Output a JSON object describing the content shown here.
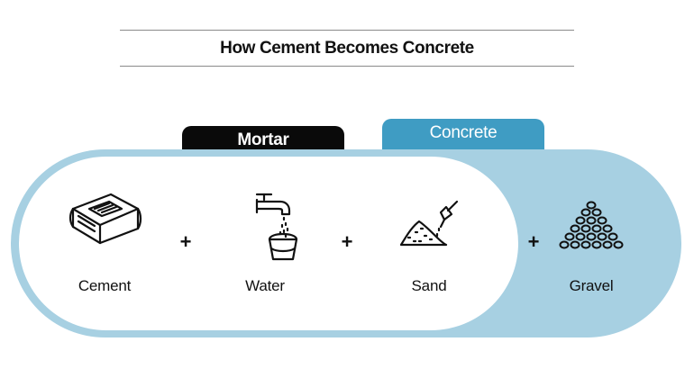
{
  "title": "How Cement Becomes Concrete",
  "groups": {
    "mortar_label": "Mortar",
    "concrete_label": "Concrete"
  },
  "ingredients": [
    {
      "label": "Cement",
      "icon": "cement-bag-icon"
    },
    {
      "label": "Water",
      "icon": "faucet-bucket-icon"
    },
    {
      "label": "Sand",
      "icon": "sand-shovel-icon"
    },
    {
      "label": "Gravel",
      "icon": "gravel-pile-icon"
    }
  ],
  "operator": "+",
  "colors": {
    "concrete_accent": "#3f9cc3",
    "concrete_light": "#a7d0e2",
    "mortar_tab": "#0a0a0a"
  }
}
